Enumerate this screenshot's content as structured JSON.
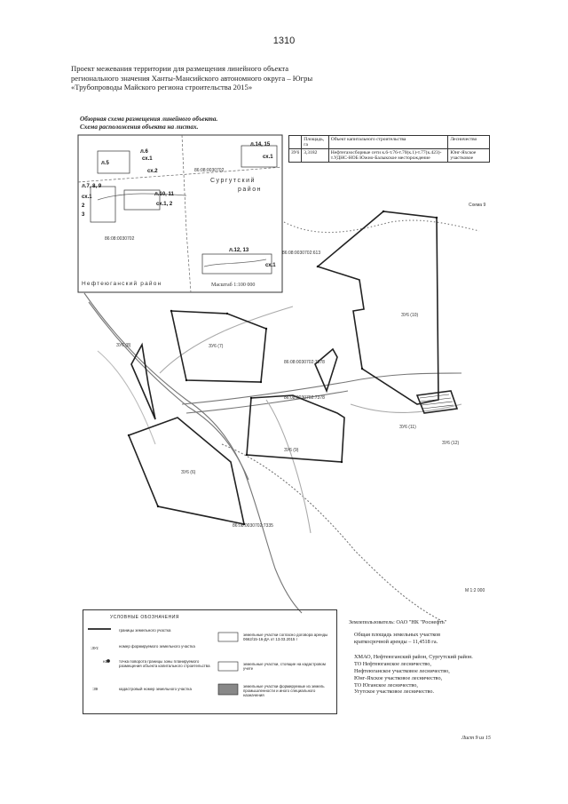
{
  "page_number": "1310",
  "doc_title": "Проект межевания территории для размещения линейного объекта регионального значения Ханты-Мансийского автономного округа – Югры «Трубопроводы Майского региона строительства 2015»",
  "overview": {
    "title_line1": "Обзорная схема размещения линейного объекта.",
    "title_line2": "Схема расположения объекта на листах.",
    "sheet_labels": [
      "л.6",
      "сх.1",
      "л.5",
      "сх.2",
      "л.14, 15",
      "сх.1",
      "л.7, 8, 9",
      "сх.1",
      "2",
      "3",
      "л.10, 11",
      "сх.1, 2",
      "л.12, 13",
      "сх.1"
    ],
    "cad_labels": [
      "86:08:0030702",
      "86:08:0030702"
    ],
    "region_surgut_1": "Сургутский",
    "region_surgut_2": "район",
    "region_nefteyugansk": "Нефтеюганский район",
    "scale": "Масштаб 1:100 000"
  },
  "table": {
    "headers": [
      "",
      "Площадь, га",
      "Объект капитального строительства",
      "Лесничество"
    ],
    "row": [
      "ЗУ6",
      "3,3182",
      "Нефтегазосборные сети к.6-т.76-т.70(к.1)-т.77(к.423)-т.УДНС-НОБ Южно-Балыкское месторождение",
      "Юнг-Яхское участковое"
    ]
  },
  "map": {
    "scheme_label": "Схема 9",
    "plot_labels": [
      "ЗУ6 (10)",
      "ЗУ6 (7)",
      "ЗУ6 (8)",
      "ЗУ6 (9)",
      "ЗУ6 (6)",
      "ЗУ6 (11)",
      "ЗУ6 (12)"
    ],
    "cad_numbers": [
      "86:08:0030702:613",
      "86:08:0030702:7378",
      "86:08:0030702:7378",
      "86:08:0030702:7335"
    ],
    "scale": "М 1:2 000"
  },
  "legend": {
    "title": "УСЛОВНЫЕ ОБОЗНАЧЕНИЯ",
    "items": [
      "границы земельного участка",
      "номер формируемого земельного участка",
      "точка поворота границы зоны планируемого размещения объекта капитального строительства",
      "кадастровый номер земельного участка",
      "земельные участки согласно договора аренды 0662/15-16-ДА от 13.03.2015 г",
      "земельные участки, стоящие на кадастровом учете",
      "земельные участки формируемые из земель промышленности и иного специального назначения"
    ],
    "symbol_zu": ":ЗУ1",
    "symbol_point": "н1",
    "symbol_cad": ":39"
  },
  "notes": {
    "land_user": "Землепользователь: ОАО \"НК \"Роснефть\"",
    "area_line1": "Общая площадь земельных участков",
    "area_line2": "краткосрочной аренды – 11,4518 га.",
    "admin": [
      "ХМАО, Нефтеюганский район, Сургутский район.",
      "ТО Нефтеюганское лесничество,",
      "Нефтеюганское участковое лесничество,",
      "Юнг-Яхское участковое лесничество,",
      "ТО Юганское лесничество,",
      "Угутское участковое лесничество."
    ]
  },
  "footer": "Лист 9 из 15"
}
